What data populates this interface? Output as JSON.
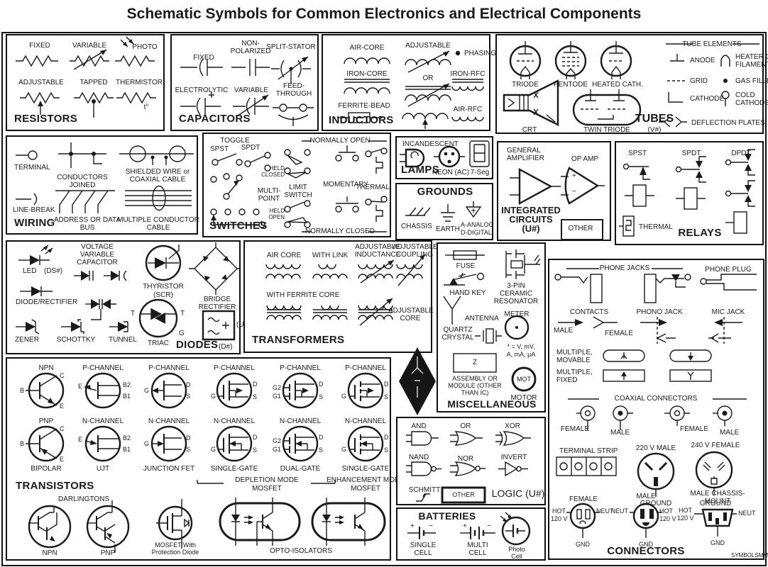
{
  "page_title": "Schematic Symbols for Common Electronics and Electrical Components",
  "watermark": "SYMBOLSMM",
  "resistors": {
    "title": "RESISTORS",
    "fixed": "FIXED",
    "variable": "VARIABLE",
    "photo": "PHOTO",
    "adjustable": "ADJUSTABLE",
    "tapped": "TAPPED",
    "thermistor": "THERMISTOR",
    "t_deg": "t°"
  },
  "capacitors": {
    "title": "CAPACITORS",
    "fixed": "FIXED",
    "non_polarized": "NON- POLARIZED",
    "split_stator": "SPLIT-STATOR",
    "electrolytic": "ELECTROLYTIC",
    "variable": "VARIABLE",
    "feed_through": "FEED- THROUGH"
  },
  "inductors": {
    "title": "INDUCTORS",
    "air_core": "AIR-CORE",
    "iron_core": "IRON-CORE",
    "ferrite_bead": "FERRITE-BEAD",
    "adjustable": "ADJUSTABLE",
    "or": "OR",
    "phasing": "PHASING",
    "iron_rfc": "IRON-RFC",
    "air_rfc": "AIR-RFC"
  },
  "tubes": {
    "title": "TUBES",
    "vnum": "(V#)",
    "triode": "TRIODE",
    "pentode": "PENTODE",
    "heated_cath": "HEATED CATH.",
    "crt": "CRT",
    "twin_triode": "TWIN TRIODE",
    "elements_title": "TUBE ELEMENTS",
    "anode": "ANODE",
    "heater": "HEATER OR FILAMENT",
    "grid": "GRID",
    "gas_filled": "GAS FILLED",
    "cathode": "CATHODE",
    "cold_cathode": "COLD CATHODE",
    "deflection": "DEFLECTION PLATES"
  },
  "wiring": {
    "title": "WIRING",
    "terminal": "TERMINAL",
    "conductors_joined": "CONDUCTORS JOINED",
    "shielded": "SHIELDED WIRE or COAXIAL CABLE",
    "line_break": "LINE-BREAK",
    "bus": "ADDRESS OR DATA BUS",
    "multi_cable": "MULTIPLE CONDUCTOR CABLE"
  },
  "switches": {
    "title": "SWITCHES",
    "toggle": "TOGGLE",
    "spst": "SPST",
    "spdt": "SPDT",
    "normally_open": "NORMALLY OPEN",
    "held_closed": "HELD CLOSED",
    "multi_point": "MULTI- POINT",
    "limit_switch": "LIMIT SWITCH",
    "momentary": "MOMENTARY",
    "thermal": "THERMAL",
    "held_open": "HELD OPEN",
    "normally_closed": "NORMALLY CLOSED"
  },
  "lamps": {
    "title": "LAMPS",
    "incandescent": "INCANDESCENT",
    "neon": "NEON  (AC)",
    "seven_seg": "7-Seg"
  },
  "grounds": {
    "title": "GROUNDS",
    "chassis": "CHASSIS",
    "earth": "EARTH",
    "analog": "A-ANALOG",
    "digital": "D-DIGITAL"
  },
  "ics": {
    "title1": "INTEGRATED",
    "title2": "CIRCUITS",
    "title3": "(U#)",
    "general": "GENERAL AMPLIFIER",
    "op_amp": "OP AMP",
    "other": "OTHER",
    "plus": "+",
    "minus": "−"
  },
  "relays": {
    "title": "RELAYS",
    "spst": "SPST",
    "spdt": "SPDT",
    "dpdt": "DPDT",
    "thermal": "THERMAL"
  },
  "diodes": {
    "title": "DIODES",
    "dnum": "(D#)",
    "led": "LED",
    "ds": "(DS#)",
    "vvc": "VOLTAGE VARIABLE CAPACITOR",
    "thyristor": "THYRISTOR",
    "scr": "(SCR)",
    "bridge": "BRIDGE RECTIFIER",
    "diode_rectifier": "DIODE/RECTIFIER",
    "triac": "TRIAC",
    "zener": "ZENER",
    "schottky": "SCHOTTKY",
    "tunnel": "TUNNEL",
    "unum": "(U#)",
    "t": "T",
    "g": "G"
  },
  "transformers": {
    "title": "TRANSFORMERS",
    "air_core": "AIR CORE",
    "with_link": "WITH LINK",
    "adj_inductance": "ADJUSTABLE INDUCTANCE",
    "adj_coupling": "ADJUSTABLE COUPLING",
    "ferrite_core": "WITH FERRITE CORE",
    "adj_core": "ADJUSTABLE CORE"
  },
  "misc": {
    "title": "MISCELLANEOUS",
    "fuse": "FUSE",
    "hand_key": "HAND KEY",
    "antenna": "ANTENNA",
    "quartz": "QUARTZ CRYSTAL",
    "z": "Z",
    "assembly": "ASSEMBLY OR MODULE (OTHER THAN IC)",
    "resonator": "3-PIN CERAMIC RESONATOR",
    "meter": "METER",
    "units1": "* = V, mV,",
    "units2": "A, mA, μA",
    "mot": "MOT",
    "motor": "MOTOR"
  },
  "connectors": {
    "title": "CONNECTORS",
    "phone_jacks": "PHONE JACKS",
    "phone_plug": "PHONE PLUG",
    "contacts": "CONTACTS",
    "male": "MALE",
    "female": "FEMALE",
    "phono_jack": "PHONO JACK",
    "mic_jack": "MIC JACK",
    "multiple_movable": "MULTIPLE, MOVABLE",
    "multiple_fixed": "MULTIPLE, FIXED",
    "coaxial": "COAXIAL CONNECTORS",
    "terminal_strip": "TERMINAL STRIP",
    "v220_male": "220 V MALE",
    "v240_female": "240 V FEMALE",
    "ground": "GROUND",
    "hot": "HOT",
    "v120": "120 V",
    "neut": "NEUT",
    "gnd": "GND",
    "male_chassis": "MALE CHASSIS-MOUNT"
  },
  "transistors": {
    "title": "TRANSISTORS",
    "npn": "NPN",
    "pnp": "PNP",
    "bipolar": "BIPOLAR",
    "p_channel": "P-CHANNEL",
    "n_channel": "N-CHANNEL",
    "ujt": "UJT",
    "jfet": "JUNCTION FET",
    "single_gate": "SINGLE-GATE",
    "dual_gate": "DUAL-GATE",
    "depletion": "DEPLETION MODE",
    "mosfet": "MOSFET",
    "enhancement": "ENHANCEMENT MODE",
    "darlingtons": "DARLINGTONS",
    "mosfet_protection": "MOSFET With Protection Diode",
    "opto": "OPTO-ISOLATORS",
    "pins": {
      "b": "B",
      "c": "C",
      "e": "E",
      "g": "G",
      "d": "D",
      "s": "S",
      "b1": "B1",
      "b2": "B2",
      "g1": "G1",
      "g2": "G2"
    }
  },
  "logic": {
    "title": "LOGIC (U#)",
    "and": "AND",
    "or": "OR",
    "xor": "XOR",
    "nand": "NAND",
    "nor": "NOR",
    "invert": "INVERT",
    "schmitt": "SCHMITT",
    "other": "OTHER"
  },
  "batteries": {
    "title": "BATTERIES",
    "single": "SINGLE CELL",
    "multi": "MULTI CELL",
    "photo": "Photo Cell",
    "plus": "+",
    "minus": "−"
  }
}
